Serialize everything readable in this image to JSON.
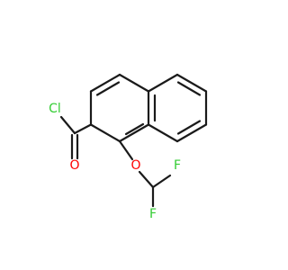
{
  "molecule": {
    "atoms": [
      {
        "id": "cl",
        "symbol": "Cl",
        "color": "#33cc33"
      },
      {
        "id": "o_carbonyl",
        "symbol": "O",
        "color": "#ff0000"
      },
      {
        "id": "o_ether",
        "symbol": "O",
        "color": "#ff0000"
      },
      {
        "id": "f_top",
        "symbol": "F",
        "color": "#33cc33"
      },
      {
        "id": "f_bottom",
        "symbol": "F",
        "color": "#33cc33"
      }
    ],
    "bond_color": "#1a1a1a"
  }
}
